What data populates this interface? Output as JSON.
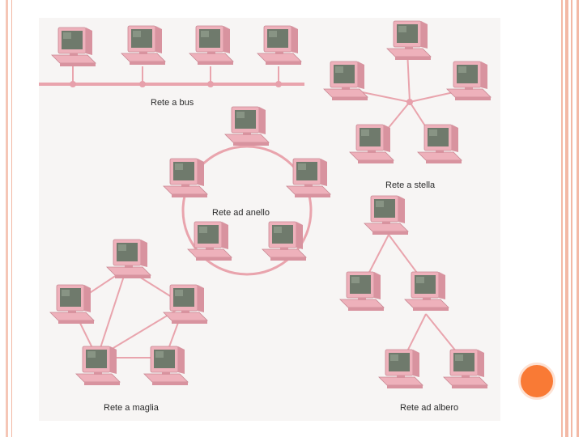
{
  "diagram": {
    "labels": {
      "bus": "Rete a bus",
      "star": "Rete a stella",
      "ring": "Rete ad anello",
      "mesh": "Rete a maglia",
      "tree": "Rete ad albero"
    }
  },
  "colors": {
    "cable": "#e9a4ad",
    "node": "#e7a0ab",
    "monitor_body": "#eeb1bb",
    "monitor_shadow": "#c98893",
    "screen": "#6f7a6c",
    "slide_dot": "#f97a35",
    "frame": "#f3b9a6"
  }
}
